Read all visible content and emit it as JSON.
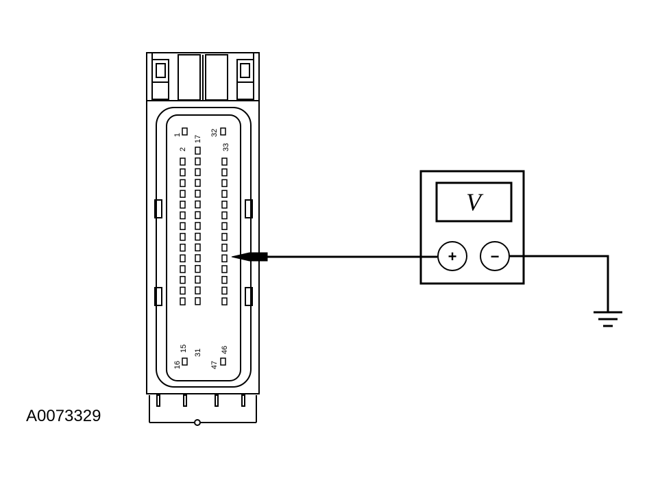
{
  "figure_id": "A0073329",
  "connector": {
    "pin_labels": {
      "p1": "1",
      "p2": "2",
      "p15": "15",
      "p16": "16",
      "p17": "17",
      "p31": "31",
      "p32": "32",
      "p33": "33",
      "p46": "46",
      "p47": "47"
    }
  },
  "meter": {
    "display_symbol": "V",
    "positive_label": "+",
    "negative_label": "−"
  }
}
